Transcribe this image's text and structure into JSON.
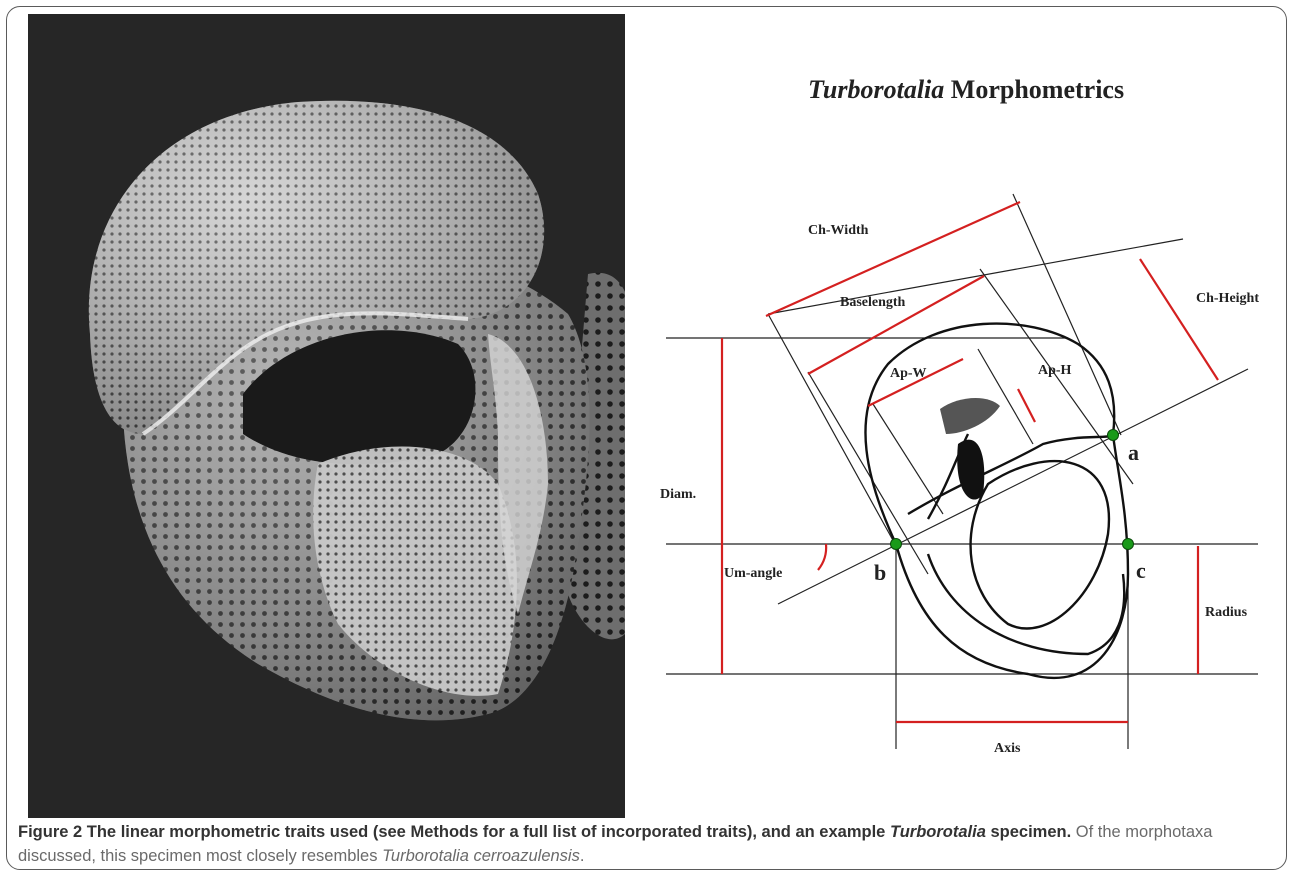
{
  "diagram": {
    "title_italic": "Turborotalia",
    "title_rest": " Morphometrics",
    "labels": {
      "ch_width": "Ch-Width",
      "baselength": "Baselength",
      "ch_height": "Ch-Height",
      "ap_w": "Ap-W",
      "ap_h": "Ap-H",
      "diam": "Diam.",
      "um_angle": "Um-angle",
      "radius": "Radius",
      "axis": "Axis",
      "point_a": "a",
      "point_b": "b",
      "point_c": "c"
    },
    "colors": {
      "measure": "#d42020",
      "point": "#1a9a1a",
      "line": "#222222"
    }
  },
  "caption": {
    "figure_label": "Figure 2",
    "bold_1": " The linear morphometric traits used (see Methods for a full list of incorporated traits), and an example ",
    "bold_italic": "Turborotalia",
    "bold_2": " specimen.",
    "text_1": " Of the morphotaxa discussed, this specimen most closely resembles ",
    "italic_1": "Turborotalia cerroazulensis",
    "text_2": "."
  }
}
